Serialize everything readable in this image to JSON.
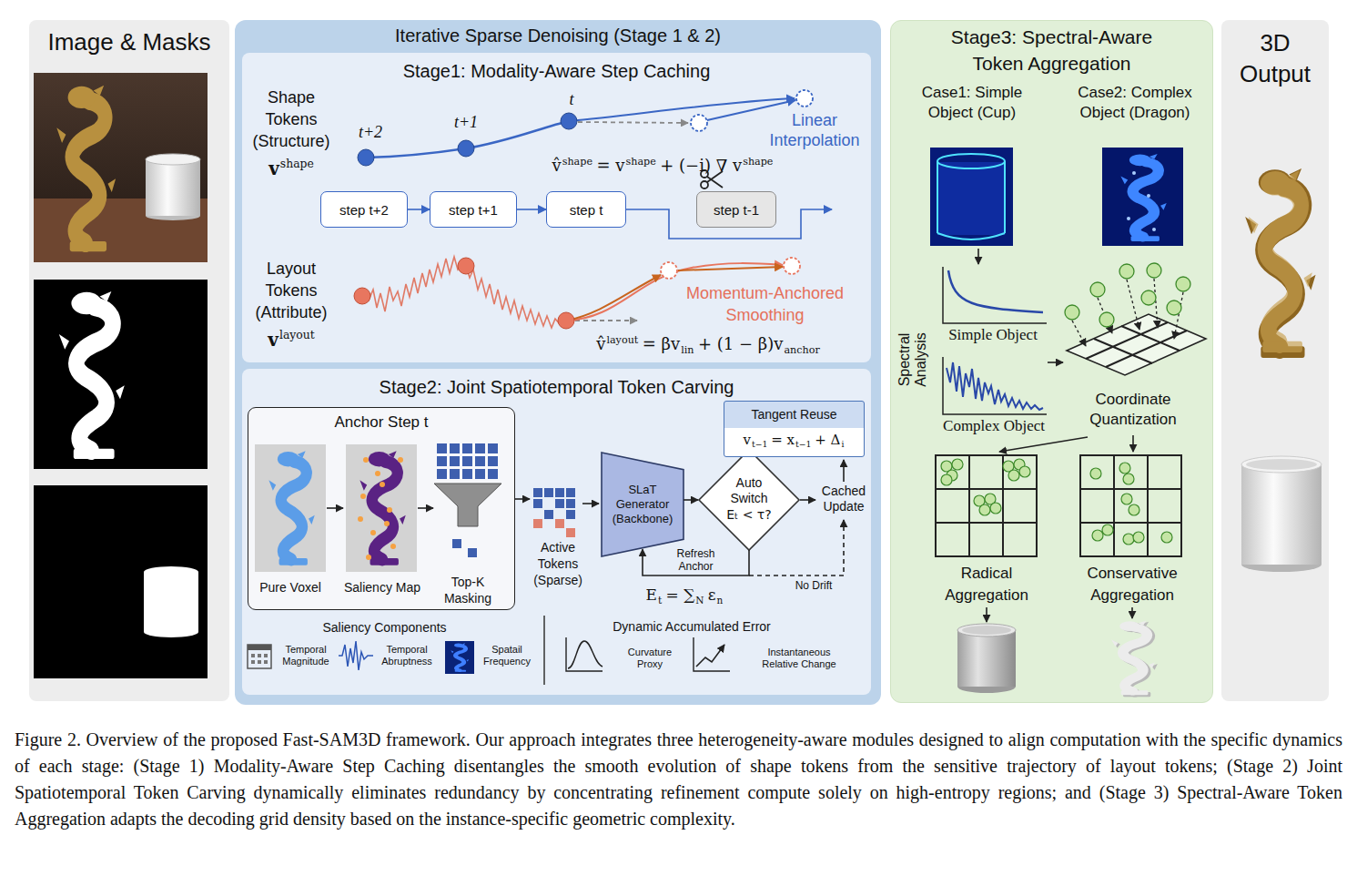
{
  "diagram": {
    "caption": "Figure 2. Overview of the proposed Fast-SAM3D framework. Our approach integrates three heterogeneity-aware modules designed to align computation with the specific dynamics of each stage: (Stage 1) Modality-Aware Step Caching disentangles the smooth evolution of shape tokens from the sensitive trajectory of layout tokens; (Stage 2) Joint Spatiotemporal Token Carving dynamically eliminates redundancy by concentrating refinement compute solely on high-entropy regions; and (Stage 3) Spectral-Aware Token Aggregation adapts the decoding grid density based on the instance-specific geometric complexity.",
    "nodes": [
      {
        "text": [
          "Image & Masks"
        ]
      },
      {
        "text": [
          "Iterative Sparse Denoising (Stage 1 & 2)"
        ]
      },
      {
        "text": [
          "Stage1: Modality-Aware Step Caching"
        ],
        "in": 1
      },
      {
        "text": [
          "step t+2"
        ],
        "in": 2
      },
      {
        "text": [
          "step t+1"
        ],
        "in": 2
      },
      {
        "text": [
          "step t"
        ],
        "in": 2
      },
      {
        "text": [
          "step t-1"
        ],
        "in": 2
      },
      {
        "text": [
          "Stage2: Joint Spatiotemporal Token Carving"
        ],
        "in": 1
      },
      {
        "text": [
          "Anchor Step t"
        ],
        "in": 7
      },
      {
        "text": [
          "SLaT Generator (Backbone)"
        ],
        "in": 7
      },
      {
        "text": [
          "Auto Switch",
          "Eₜ < τ?"
        ],
        "in": 7
      },
      {
        "text": [
          "Tangent Reuse"
        ],
        "in": 7
      },
      {
        "text": [
          "Stage3: Spectral-Aware Token Aggregation"
        ]
      },
      {
        "text": [
          "3D Output"
        ]
      }
    ],
    "edges": [
      {
        "from": 3,
        "to": 4,
        "arrow": "to"
      },
      {
        "from": 4,
        "to": 5,
        "arrow": "to"
      },
      {
        "from": 9,
        "to": 10,
        "arrow": "to"
      },
      {
        "from": 10,
        "to": 9,
        "label": "Refresh Anchor",
        "arrow": "to"
      }
    ],
    "labels": [
      "Shape Tokens (Structure)",
      "v",
      "shape",
      "t+2",
      "t+1",
      "t",
      "Linear Interpolation",
      "v̂",
      "shape",
      "= v",
      "shape",
      "+ (−i) ∇ v",
      "shape",
      "Layout Tokens (Attribute)",
      "v",
      "layout",
      "Momentum-Anchored Smoothing",
      "v̂",
      "layout",
      "= βv",
      "lin",
      "+ (1 − β)v",
      "anchor",
      "Pure Voxel",
      "Saliency Map",
      "Top-K Masking",
      "Active Tokens (Sparse)",
      "Cached Update",
      "v",
      "t−1",
      "= x",
      "t−1",
      "+ Δ",
      "i",
      "No Drift",
      "E",
      "t",
      "= ∑",
      "N",
      "ε",
      "n",
      "Dynamic Accumulated Error",
      "Saliency Components",
      "Temporal Magnitude",
      "Temporal Abruptness",
      "Spatail Frequency",
      "Curvature Proxy",
      "Instantaneous Relative Change",
      "Case1: Simple Object (Cup)",
      "Case2: Complex Object (Dragon)",
      "Spectral Analysis",
      "Simple Object",
      "Complex Object",
      "Coordinate Quantization",
      "Radical Aggregation",
      "Conservative Aggregation"
    ]
  }
}
